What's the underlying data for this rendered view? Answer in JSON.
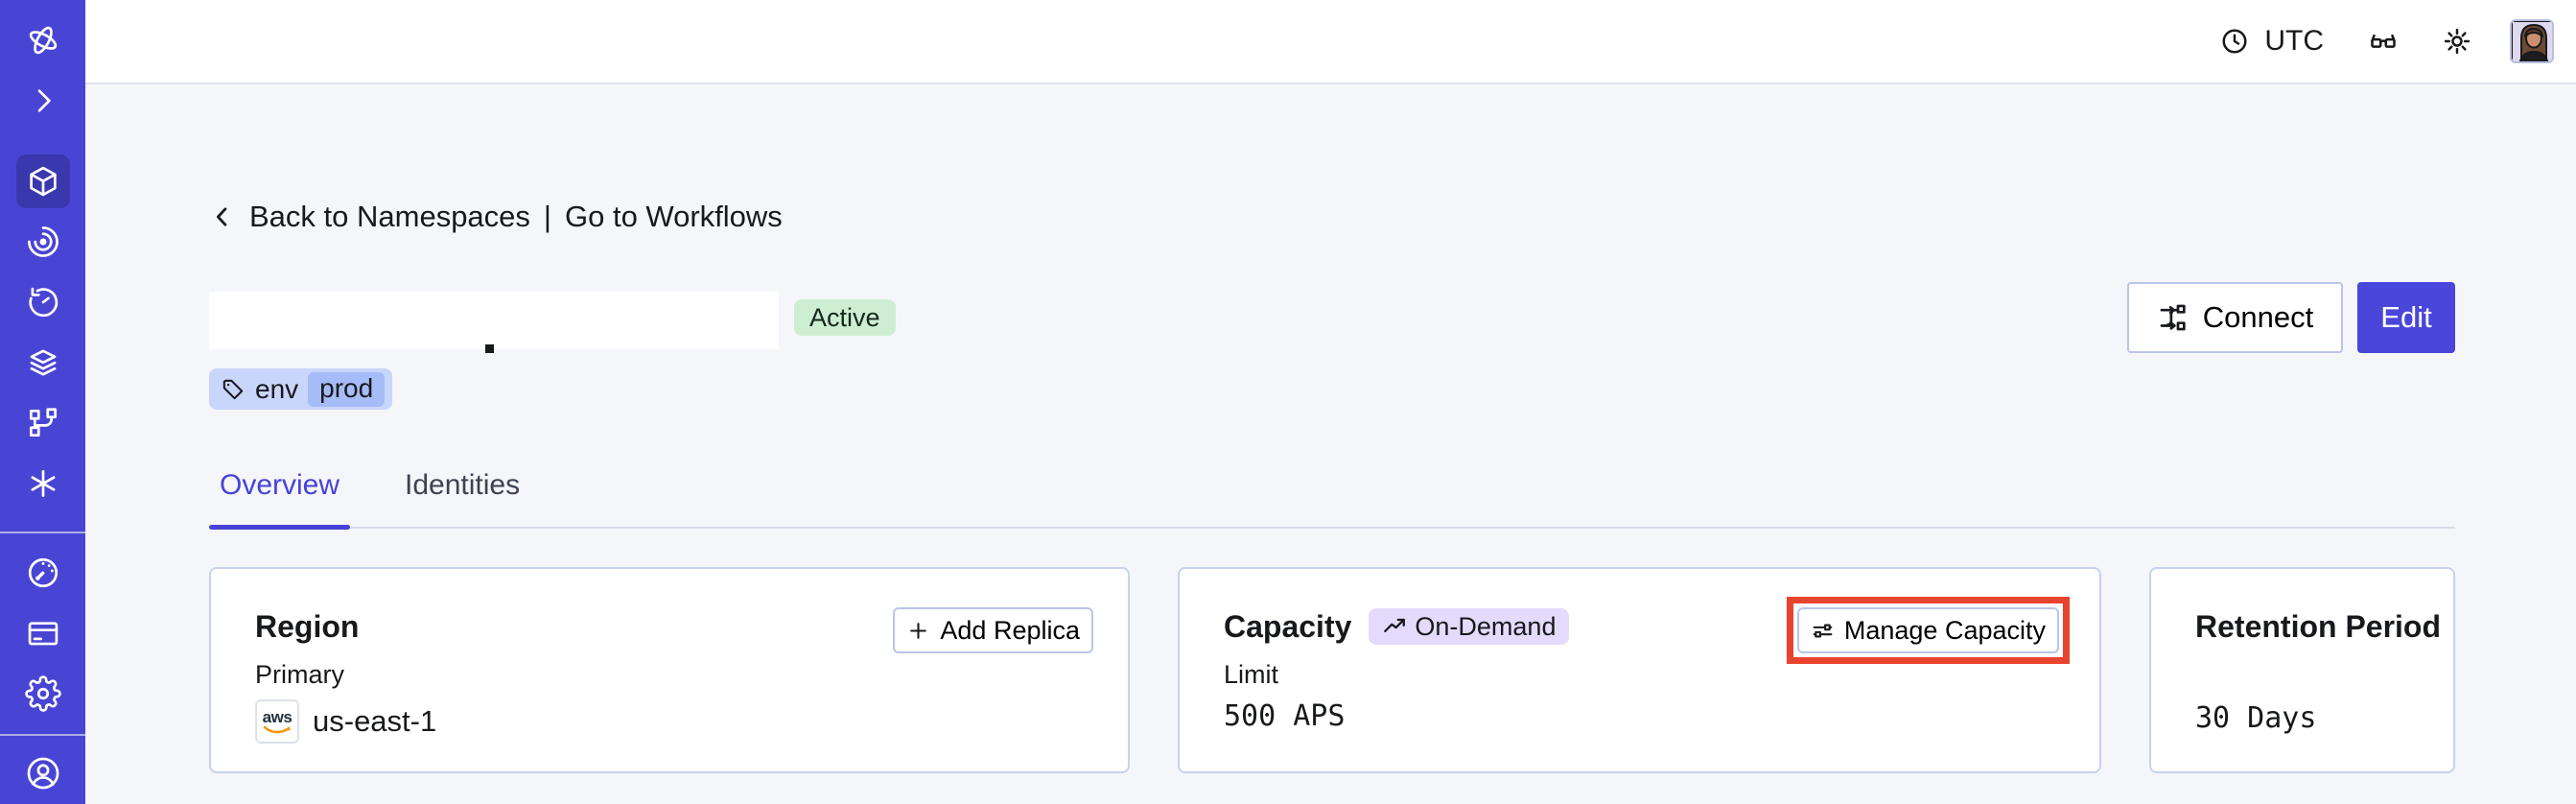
{
  "header": {
    "timezone": "UTC",
    "icons": [
      "clock-icon",
      "glasses-icon",
      "sun-icon",
      "user-avatar"
    ]
  },
  "sidebar": {
    "items": [
      {
        "icon": "temporal-logo-icon",
        "active": false
      },
      {
        "icon": "expand-chevron-icon",
        "active": false
      },
      {
        "icon": "namespaces-cube-icon",
        "active": true
      },
      {
        "icon": "workflows-orbit-icon",
        "active": false
      },
      {
        "icon": "schedules-clock-icon",
        "active": false
      },
      {
        "icon": "deployments-layers-icon",
        "active": false
      },
      {
        "icon": "nexus-branch-icon",
        "active": false
      },
      {
        "icon": "batch-asterisk-icon",
        "active": false
      },
      {
        "icon": "usage-gauge-icon",
        "active": false
      },
      {
        "icon": "billing-card-icon",
        "active": false
      },
      {
        "icon": "settings-gear-icon",
        "active": false
      },
      {
        "icon": "profile-user-icon",
        "active": false
      }
    ]
  },
  "breadcrumb": {
    "back": "Back to Namespaces",
    "separator": "|",
    "forward": "Go to Workflows"
  },
  "namespace": {
    "title_redacted": true,
    "status": "Active",
    "tag": {
      "key": "env",
      "value": "prod"
    }
  },
  "actions": {
    "connect": "Connect",
    "edit": "Edit"
  },
  "tabs": [
    {
      "label": "Overview",
      "active": true
    },
    {
      "label": "Identities",
      "active": false
    }
  ],
  "cards": {
    "region": {
      "title": "Region",
      "action": "Add Replica",
      "label": "Primary",
      "provider_label": "aws",
      "value": "us-east-1"
    },
    "capacity": {
      "title": "Capacity",
      "badge": "On-Demand",
      "action": "Manage Capacity",
      "action_highlighted": true,
      "label": "Limit",
      "value": "500 APS"
    },
    "retention": {
      "title": "Retention Period",
      "value": "30 Days"
    }
  },
  "colors": {
    "sidebar": "#4945d4",
    "sidebar_active": "#3b38ae",
    "accent_indigo": "#4642d8",
    "edit_button": "#4a46d9",
    "status_green_bg": "#cdeed3",
    "tag_blue_bg": "#c9d6fb",
    "tag_chip_bg": "#a6bcf8",
    "ondemand_purple_bg": "#e4dbfc",
    "annotation_red": "#e8432e",
    "aws_orange": "#f79400"
  }
}
